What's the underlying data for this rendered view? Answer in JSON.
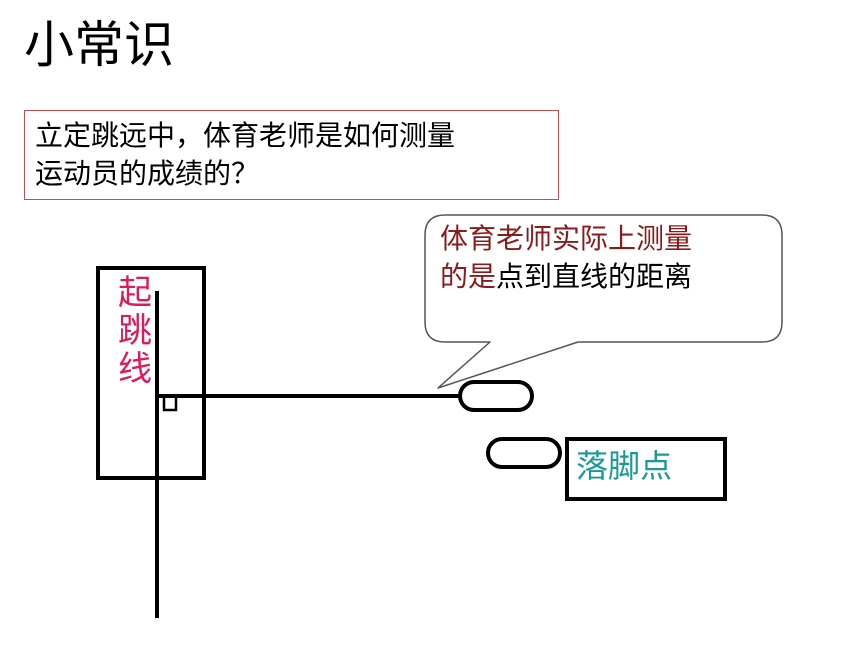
{
  "page": {
    "title": "小常识"
  },
  "question": {
    "line1": "立定跳远中，体育老师是如何测量",
    "line2": "运动员的成绩的？"
  },
  "callout": {
    "line1": "体育老师实际上测量",
    "line2_accent": "的是",
    "line2_plain": "点到直线的距离"
  },
  "labels": {
    "takeoff_line_chars": [
      "起",
      "跳",
      "线"
    ],
    "landing_point": "落脚点"
  },
  "colors": {
    "question_border": "#c0504d",
    "callout_accent": "#8b1a1a",
    "takeoff_label": "#e0195a",
    "landing_label": "#1a9a96"
  }
}
